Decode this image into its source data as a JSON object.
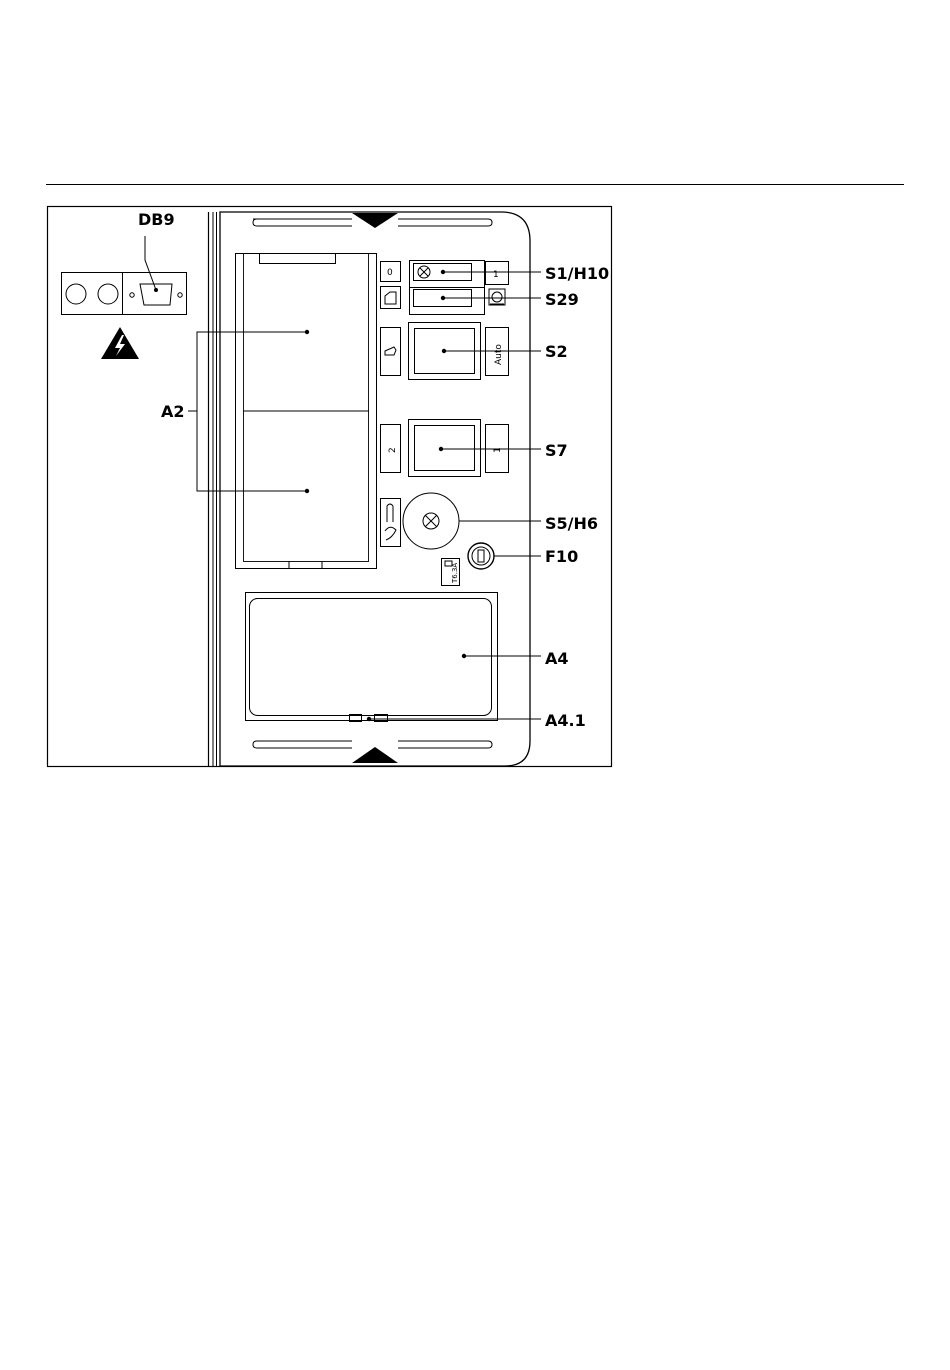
{
  "labels": {
    "db9": "DB9",
    "a2": "A2",
    "s1h10": "S1/H10",
    "s29": "S29",
    "s2": "S2",
    "s7": "S7",
    "s5h6": "S5/H6",
    "f10": "F10",
    "a4": "A4",
    "a41": "A4.1"
  },
  "panel_text": {
    "s1_off": "0",
    "s1_on": "1",
    "s2_auto": "Auto",
    "s7_left": "2",
    "s7_right": "1",
    "fuse_rating": "T6.3A"
  },
  "icons": [
    "high-voltage-warning-icon",
    "lamp-icon",
    "hand-icon",
    "horn-icon",
    "fuse-icon"
  ]
}
